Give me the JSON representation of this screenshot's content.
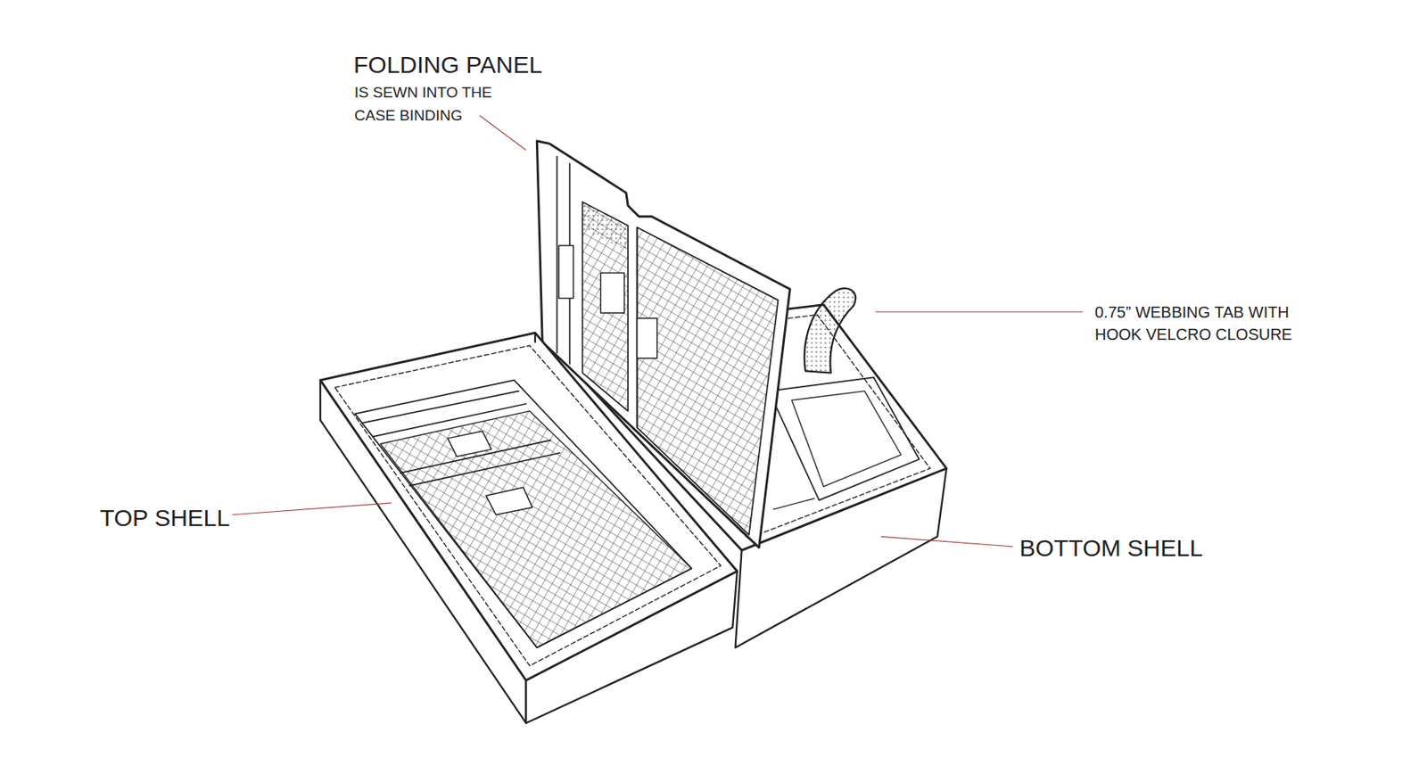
{
  "diagram": {
    "labels": [
      "FOLDING PANEL",
      "IS SEWN INTO THE CASE BINDING",
      "0.75” WEBBING TAB WITH HOOK VELCRO CLOSURE",
      "TOP SHELL",
      "BOTTOM SHELL"
    ]
  }
}
